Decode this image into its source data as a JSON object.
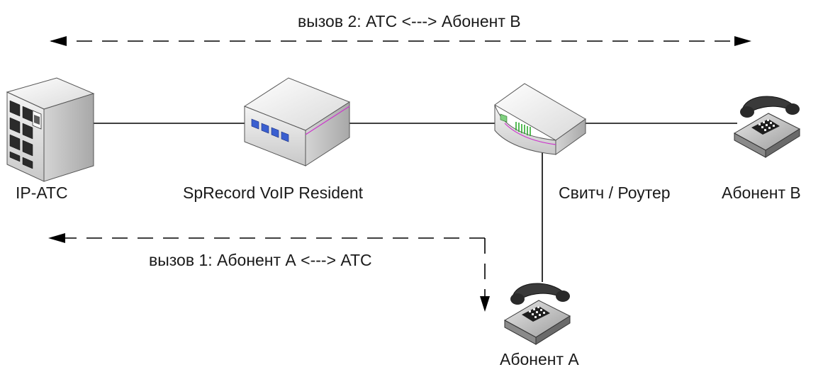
{
  "diagram": {
    "call2_label": "вызов 2: АТС <---> Абонент В",
    "call1_label": "вызов 1: Абонент А <---> АТС",
    "nodes": {
      "ip_pbx": "IP-АТС",
      "sprecord": "SpRecord VoIP Resident",
      "switch_router": "Свитч / Роутер",
      "subscriber_b": "Абонент В",
      "subscriber_a": "Абонент А"
    }
  },
  "icons": {
    "ip_pbx": "server-tower-icon",
    "sprecord": "recorder-appliance-icon",
    "switch_router": "network-switch-icon",
    "subscriber_b": "desk-phone-icon",
    "subscriber_a": "desk-phone-icon"
  },
  "colors": {
    "line": "#000000",
    "device_body": "#e6e6e6",
    "device_dark": "#2a2a2a",
    "port_blue": "#3a5fd0",
    "led_green": "#2fa82f",
    "accent_magenta": "#cc33cc"
  }
}
